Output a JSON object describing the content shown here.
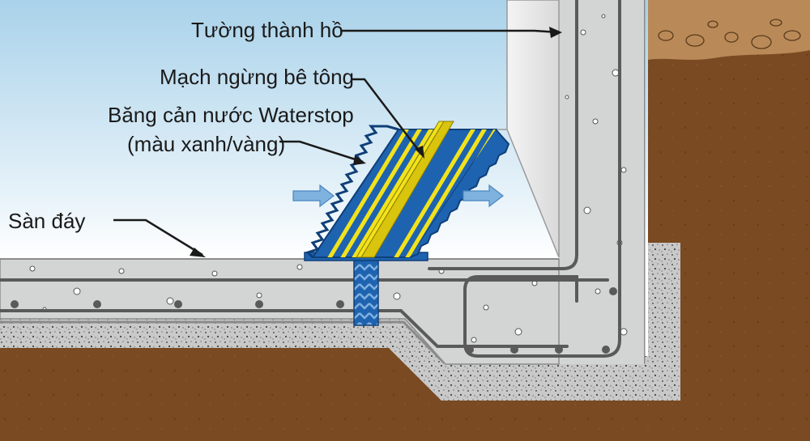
{
  "labels": {
    "wall": "Tường thành hồ",
    "construction_joint": "Mạch ngừng bê tông",
    "waterstop": "Băng cản nước Waterstop",
    "waterstop_note": "(màu xanh/vàng)",
    "floor_slab": "Sàn đáy"
  },
  "colors": {
    "sky_top": "#b5d7ec",
    "sky_bottom": "#ffffff",
    "soil": "#7c4a21",
    "concrete": "#cfd0d0",
    "rebar": "#5a5a5a",
    "waterstop_blue": "#1e63b0",
    "waterstop_yellow": "#f2e21c",
    "arrow": "#7fb2de"
  }
}
